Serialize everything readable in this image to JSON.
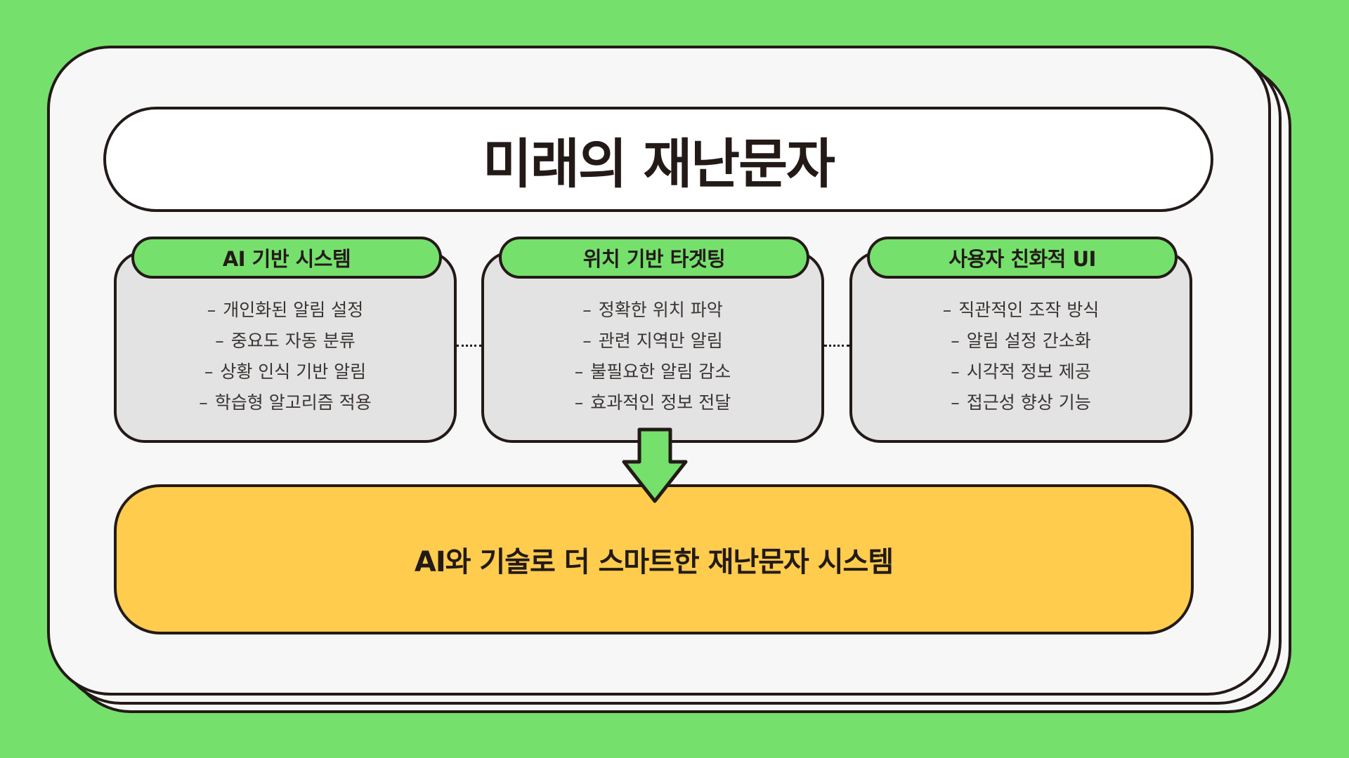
{
  "title": "미래의 재난문자",
  "colors": {
    "background": "#76e06c",
    "card": "#f7f7f7",
    "feature_box": "#e3e3e3",
    "feature_tab": "#76e06c",
    "result_box": "#ffcc4d",
    "outline": "#231a18"
  },
  "features": [
    {
      "title": "AI 기반 시스템",
      "items": [
        "개인화된 알림 설정",
        "중요도 자동 분류",
        "상황 인식 기반 알림",
        "학습형 알고리즘 적용"
      ]
    },
    {
      "title": "위치 기반 타겟팅",
      "items": [
        "정확한 위치 파악",
        "관련 지역만 알림",
        "불필요한 알림 감소",
        "효과적인 정보 전달"
      ]
    },
    {
      "title": "사용자 친화적 UI",
      "items": [
        "직관적인 조작 방식",
        "알림 설정 간소화",
        "시각적 정보 제공",
        "접근성 향상 기능"
      ]
    }
  ],
  "result": "AI와 기술로 더 스마트한 재난문자 시스템",
  "list_marker": "–"
}
